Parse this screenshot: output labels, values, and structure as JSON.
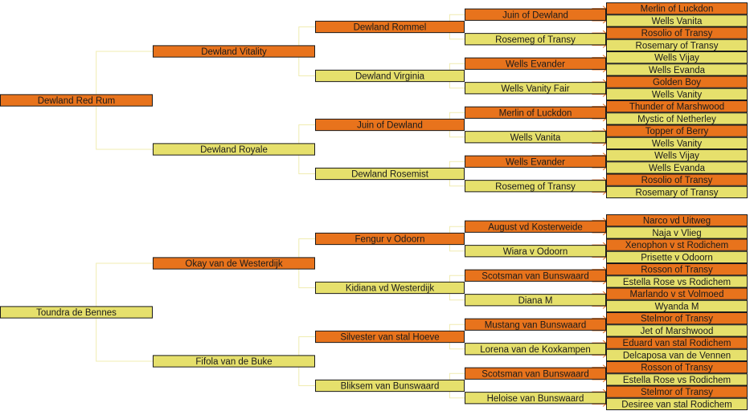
{
  "colors": {
    "male_fill": "#e8731c",
    "female_fill": "#e6e06c",
    "box_border": "#1a1a1a",
    "connector": "#f0ecb0",
    "arrow": "#e8731c"
  },
  "pedigrees": [
    {
      "name": "Dewland Red Rum",
      "sex": "m",
      "sire": {
        "name": "Dewland Vitality",
        "sex": "m",
        "sire": {
          "name": "Dewland Rommel",
          "sex": "m",
          "sire": {
            "name": "Juin of Dewland",
            "sex": "m",
            "sire": {
              "name": "Merlin of Luckdon",
              "sex": "m"
            },
            "dam": {
              "name": "Wells Vanita",
              "sex": "f"
            }
          },
          "dam": {
            "name": "Rosemeg of Transy",
            "sex": "f",
            "sire": {
              "name": "Rosolio of Transy",
              "sex": "m"
            },
            "dam": {
              "name": "Rosemary of Transy",
              "sex": "f"
            }
          }
        },
        "dam": {
          "name": "Dewland Virginia",
          "sex": "f",
          "sire": {
            "name": "Wells Evander",
            "sex": "m",
            "sire": {
              "name": "Wells Vijay",
              "sex": "f"
            },
            "dam": {
              "name": "Wells Evanda",
              "sex": "f"
            }
          },
          "dam": {
            "name": "Wells Vanity Fair",
            "sex": "f",
            "sire": {
              "name": "Golden Boy",
              "sex": "m"
            },
            "dam": {
              "name": "Wells Vanity",
              "sex": "f"
            }
          }
        }
      },
      "dam": {
        "name": "Dewland Royale",
        "sex": "f",
        "sire": {
          "name": "Juin of Dewland",
          "sex": "m",
          "sire": {
            "name": "Merlin of Luckdon",
            "sex": "m",
            "sire": {
              "name": "Thunder of Marshwood",
              "sex": "m"
            },
            "dam": {
              "name": "Mystic of Netherley",
              "sex": "f"
            }
          },
          "dam": {
            "name": "Wells Vanita",
            "sex": "f",
            "sire": {
              "name": "Topper of Berry",
              "sex": "m"
            },
            "dam": {
              "name": "Wells Vanity",
              "sex": "f"
            }
          }
        },
        "dam": {
          "name": "Dewland Rosemist",
          "sex": "f",
          "sire": {
            "name": "Wells Evander",
            "sex": "m",
            "sire": {
              "name": "Wells Vijay",
              "sex": "f"
            },
            "dam": {
              "name": "Wells Evanda",
              "sex": "f"
            }
          },
          "dam": {
            "name": "Rosemeg of Transy",
            "sex": "f",
            "sire": {
              "name": "Rosolio of Transy",
              "sex": "m"
            },
            "dam": {
              "name": "Rosemary of Transy",
              "sex": "f"
            }
          }
        }
      }
    },
    {
      "name": "Toundra de Bennes",
      "sex": "f",
      "sire": {
        "name": "Okay van de Westerdijk",
        "sex": "m",
        "sire": {
          "name": "Fengur v Odoorn",
          "sex": "m",
          "sire": {
            "name": "August vd Kosterweide",
            "sex": "m",
            "sire": {
              "name": "Narco vd Uitweg",
              "sex": "m"
            },
            "dam": {
              "name": "Naja v Vlieg",
              "sex": "f"
            }
          },
          "dam": {
            "name": "Wiara v Odoorn",
            "sex": "f",
            "sire": {
              "name": "Xenophon v st Rodichem",
              "sex": "m"
            },
            "dam": {
              "name": "Prisette v Odoorn",
              "sex": "f"
            }
          }
        },
        "dam": {
          "name": "Kidiana vd Westerdijk",
          "sex": "f",
          "sire": {
            "name": "Scotsman van Bunswaard",
            "sex": "m",
            "sire": {
              "name": "Rosson of Transy",
              "sex": "m"
            },
            "dam": {
              "name": "Estella Rose vs Rodichem",
              "sex": "f"
            }
          },
          "dam": {
            "name": "Diana M",
            "sex": "f",
            "sire": {
              "name": "Marlando v st Volmoed",
              "sex": "m"
            },
            "dam": {
              "name": "Wyanda M",
              "sex": "f"
            }
          }
        }
      },
      "dam": {
        "name": "Fifola van de Buke",
        "sex": "f",
        "sire": {
          "name": "Silvester van stal Hoeve",
          "sex": "m",
          "sire": {
            "name": "Mustang van Bunswaard",
            "sex": "m",
            "sire": {
              "name": "Stelmor of Transy",
              "sex": "m"
            },
            "dam": {
              "name": "Jet of Marshwood",
              "sex": "f"
            }
          },
          "dam": {
            "name": "Lorena van de Koxkampen",
            "sex": "f",
            "sire": {
              "name": "Eduard van stal Rodichem",
              "sex": "m"
            },
            "dam": {
              "name": "Delcaposa van de Vennen",
              "sex": "f"
            }
          }
        },
        "dam": {
          "name": "Bliksem van Bunswaard",
          "sex": "f",
          "sire": {
            "name": "Scotsman van Bunswaard",
            "sex": "m",
            "sire": {
              "name": "Rosson of Transy",
              "sex": "m"
            },
            "dam": {
              "name": "Estella Rose vs Rodichem",
              "sex": "f"
            }
          },
          "dam": {
            "name": "Heloise van Bunswaard",
            "sex": "f",
            "sire": {
              "name": "Stelmor of Transy",
              "sex": "m"
            },
            "dam": {
              "name": "Desiree van stal Rodichem",
              "sex": "f"
            }
          }
        }
      }
    }
  ]
}
